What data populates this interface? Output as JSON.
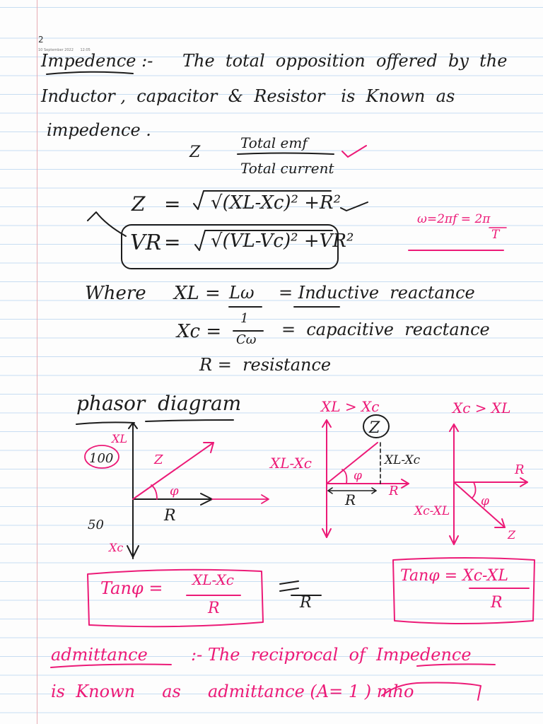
{
  "header": {
    "page_number": "2",
    "timestamp": "10 September 2022      12:05"
  },
  "notes": {
    "impedance_heading": "Impedence :-",
    "impedance_line1": "The  total  opposition  offered  by  the",
    "impedance_line2": "Inductor ,  capacitor  &  Resistor   is  Known  as",
    "impedance_line3": "impedence .",
    "admittance_heading": "admittance",
    "admittance_line1": ":- The  reciprocal  of  Impedence",
    "admittance_line2": "is  Known     as     admittance (A= 1 ) mho"
  },
  "formulas": {
    "z_lhs": "Z",
    "equals": "=",
    "z_num": "Total emf",
    "z_den": "Total current",
    "z_sqrt": "√(XL-Xc)² +R²",
    "vr_lhs": "VR",
    "vr_sqrt": "√(VL-Vc)² +VR²",
    "omega": "ω=2πf = 2π",
    "omega_den": "T"
  },
  "definitions": {
    "where": "Where",
    "xl_lhs": "XL =",
    "xl_value": "Lω",
    "xl_name": "= Inductive  reactance",
    "xc_lhs": "Xc =",
    "xc_num": "1",
    "xc_den": "Cω",
    "xc_name": "=  capacitive  reactance",
    "r_def": "R =  resistance"
  },
  "diagrams": {
    "heading": "phasor  diagram",
    "d1": {
      "xl": "XL",
      "top_value": "100",
      "z": "Z",
      "phi": "φ",
      "r": "R",
      "bottom_value": "50",
      "xc": "Xc"
    },
    "d2": {
      "condition": "XL > Xc",
      "z": "Z",
      "side_label": "XL-Xc",
      "dashed_label": "XL-Xc",
      "phi": "φ",
      "r": "R"
    },
    "d3": {
      "condition": "Xc > XL",
      "r": "R",
      "phi": "φ",
      "side_label": "Xc-XL",
      "z": "Z"
    }
  },
  "tan": {
    "left_lhs": "Tanφ =",
    "left_num": "XL-Xc",
    "left_den": "R",
    "middle_den": "R",
    "right_lhs": "Tanφ = Xc-XL",
    "right_den": "R"
  },
  "colors": {
    "ink": "#1c1c1c",
    "pink_ink": "#ec1a77",
    "rule_line": "#c7ddf2",
    "margin_line": "#e8aab2"
  }
}
